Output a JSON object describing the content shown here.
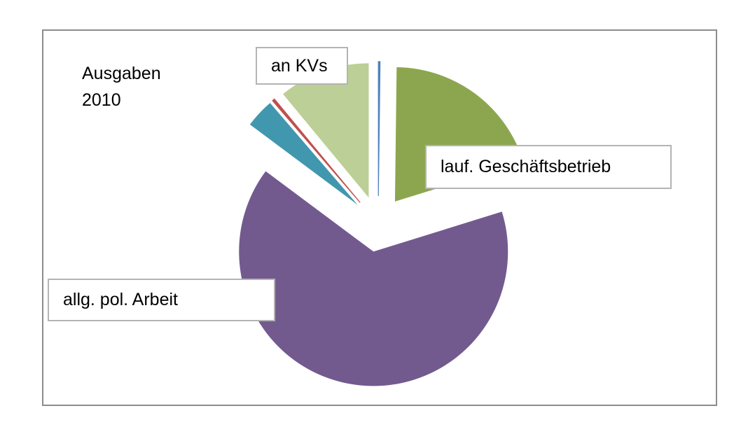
{
  "chart_data": {
    "type": "pie",
    "title": "Ausgaben\n2010",
    "exploded": true,
    "slices": [
      {
        "label": "",
        "value": 0.2,
        "color": "#4f81bd"
      },
      {
        "label": "lauf. Geschäftsbetrieb",
        "value": 20,
        "color": "#8ca64f"
      },
      {
        "label": "allg. pol. Arbeit",
        "value": 65,
        "color": "#725a8f"
      },
      {
        "label": "",
        "value": 3.5,
        "color": "#4197ae"
      },
      {
        "label": "",
        "value": 0.3,
        "color": "#c0504d"
      },
      {
        "label": "an KVs",
        "value": 11,
        "color": "#bccf96"
      }
    ]
  }
}
